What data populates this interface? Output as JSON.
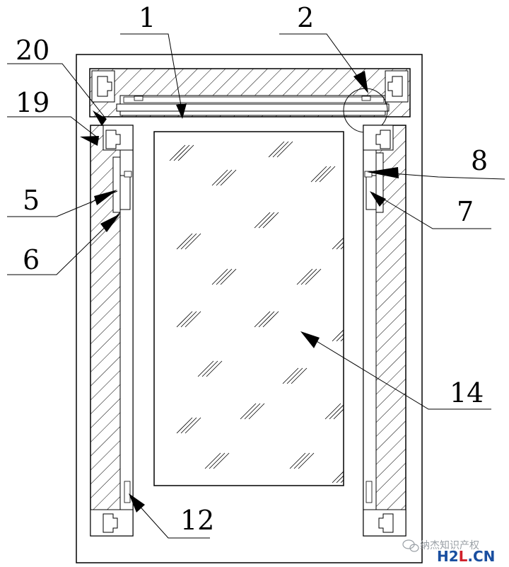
{
  "labels": {
    "l1": "1",
    "l2": "2",
    "l20": "20",
    "l19": "19",
    "l8": "8",
    "l5": "5",
    "l7": "7",
    "l6": "6",
    "l14": "14",
    "l12": "12"
  },
  "watermark": {
    "text": "纳杰知识产权",
    "brand_h2": "H2",
    "brand_l": "L",
    "brand_cn": ".CN"
  },
  "colors": {
    "line": "#000000",
    "hatch": "#000000",
    "brand_blue": "#1a4fa0",
    "brand_red": "#d0202a",
    "watermark_gray": "#9aa0a6"
  }
}
